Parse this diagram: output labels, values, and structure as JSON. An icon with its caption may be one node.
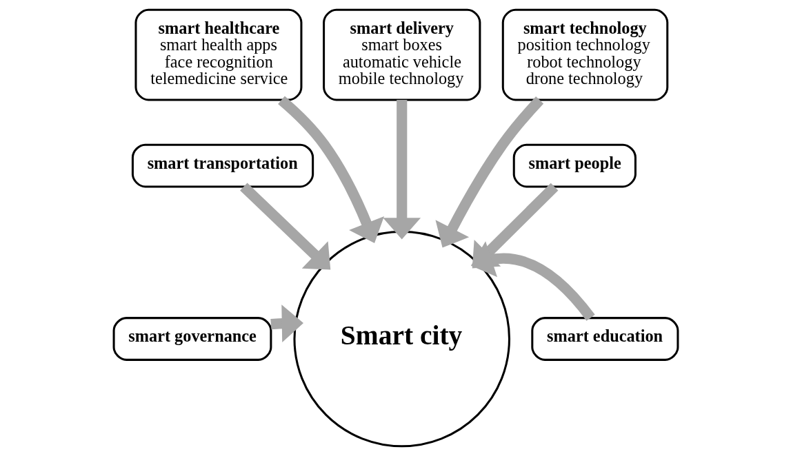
{
  "diagram": {
    "nodes": [
      {
        "text": [
          "smart healthcare",
          "smart health apps",
          "face recognition",
          "telemedicine service"
        ]
      },
      {
        "text": [
          "smart delivery",
          "smart boxes",
          "automatic vehicle",
          "mobile technology"
        ]
      },
      {
        "text": [
          "smart technology",
          "position technology",
          "robot technology",
          "drone technology"
        ]
      },
      {
        "text": [
          "smart transportation"
        ]
      },
      {
        "text": [
          "smart people"
        ]
      },
      {
        "text": [
          "smart governance"
        ]
      },
      {
        "text": [
          "smart education"
        ]
      },
      {
        "text": [
          "Smart city"
        ]
      }
    ],
    "edges": [
      {
        "from": 0,
        "to": 7,
        "arrow": "to"
      },
      {
        "from": 1,
        "to": 7,
        "arrow": "to"
      },
      {
        "from": 2,
        "to": 7,
        "arrow": "to"
      },
      {
        "from": 3,
        "to": 7,
        "arrow": "to"
      },
      {
        "from": 4,
        "to": 7,
        "arrow": "to"
      },
      {
        "from": 5,
        "to": 7,
        "arrow": "to"
      },
      {
        "from": 6,
        "to": 7,
        "arrow": "to"
      }
    ]
  }
}
